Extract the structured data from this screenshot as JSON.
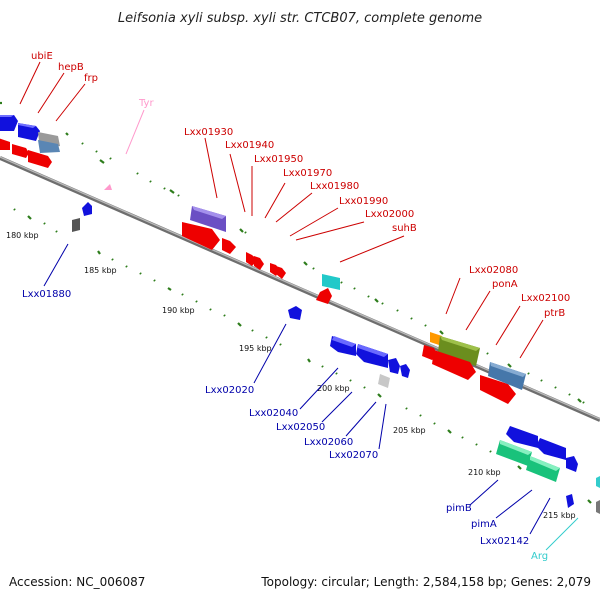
{
  "title": "Leifsonia xyli subsp. xyli str. CTCB07, complete genome",
  "footer": {
    "accession": "Accession: NC_006087",
    "topology": "Topology: circular; Length: 2,584,158 bp; Genes: 2,079"
  },
  "colors": {
    "backbone": "#8c8c8c",
    "forward_label": "#cc0000",
    "reverse_label": "#0000aa",
    "trna_pink": "#ff99cc",
    "trna_cyan": "#33cccc",
    "tick": "#2e7d1c"
  },
  "kbp_ticks": [
    "180 kbp",
    "185 kbp",
    "190 kbp",
    "195 kbp",
    "200 kbp",
    "205 kbp",
    "210 kbp",
    "215 kbp"
  ],
  "labels_forward": [
    "ubiE",
    "hepB",
    "frp",
    "Lxx01930",
    "Lxx01940",
    "Lxx01950",
    "Lxx01970",
    "Lxx01980",
    "Lxx01990",
    "Lxx02000",
    "suhB",
    "Lxx02080",
    "ponA",
    "Lxx02100",
    "ptrB"
  ],
  "labels_reverse": [
    "Lxx01880",
    "Lxx02020",
    "Lxx02040",
    "Lxx02050",
    "Lxx02060",
    "Lxx02070",
    "pimB",
    "pimA",
    "Lxx02142"
  ],
  "labels_trna": [
    "Tyr",
    "Arg"
  ]
}
